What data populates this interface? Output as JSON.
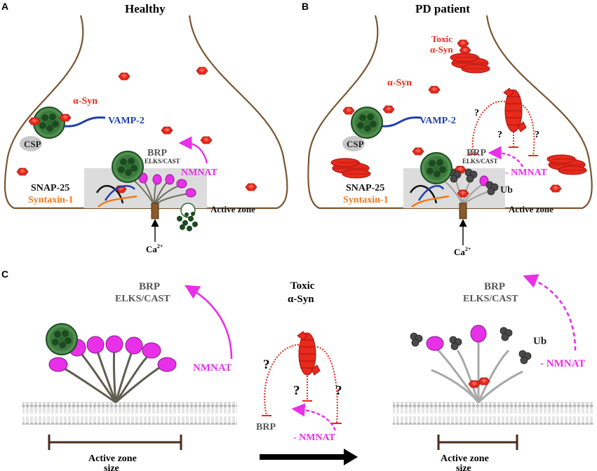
{
  "panels": {
    "A": {
      "letter": "A",
      "title": "Healthy",
      "labels": {
        "asyn": "α-Syn",
        "vamp2": "VAMP-2",
        "csp": "CSP",
        "brp": "BRP",
        "elks": "ELKS/CAST",
        "nmnat": "NMNAT",
        "snap25": "SNAP-25",
        "syntaxin": "Syntaxin-1",
        "active_zone": "Active zone",
        "ca": "Ca",
        "ca_sup": "2+"
      }
    },
    "B": {
      "letter": "B",
      "title": "PD patient",
      "labels": {
        "toxic1": "Toxic",
        "toxic2": "α-Syn",
        "asyn": "α-Syn",
        "vamp2": "VAMP-2",
        "csp": "CSP",
        "brp": "BRP",
        "elks": "ELKS/CAST",
        "nmnat": "- NMNAT",
        "ub": "Ub",
        "snap25": "SNAP-25",
        "syntaxin": "Syntaxin-1",
        "active_zone": "Active zone",
        "ca": "Ca",
        "ca_sup": "2+",
        "q": "?"
      }
    },
    "C": {
      "letter": "C",
      "left": {
        "brp": "BRP",
        "elks": "ELKS/CAST",
        "nmnat": "NMNAT",
        "az1": "Active zone",
        "az2": "size"
      },
      "middle": {
        "toxic1": "Toxic",
        "toxic2": "α-Syn",
        "brp": "BRP",
        "nmnat": "- NMNAT",
        "q": "?"
      },
      "right": {
        "brp": "BRP",
        "elks": "ELKS/CAST",
        "ub": "Ub",
        "nmnat": "- NMNAT",
        "az1": "Active zone",
        "az2": "size"
      }
    }
  },
  "colors": {
    "asyn_red": "#e8291c",
    "vamp_blue": "#1f3fb0",
    "magenta": "#e830e8",
    "syntaxin_orange": "#f07a1a",
    "terminal_brown": "#7a5530",
    "vesicle_green": "#2f6b32",
    "ub_dark": "#444444",
    "stalk_gray": "#6e6e60",
    "az_gray": "#d9d9d9",
    "membrane_gray": "#b8b8b8",
    "bar_brown": "#4a2a1a"
  }
}
